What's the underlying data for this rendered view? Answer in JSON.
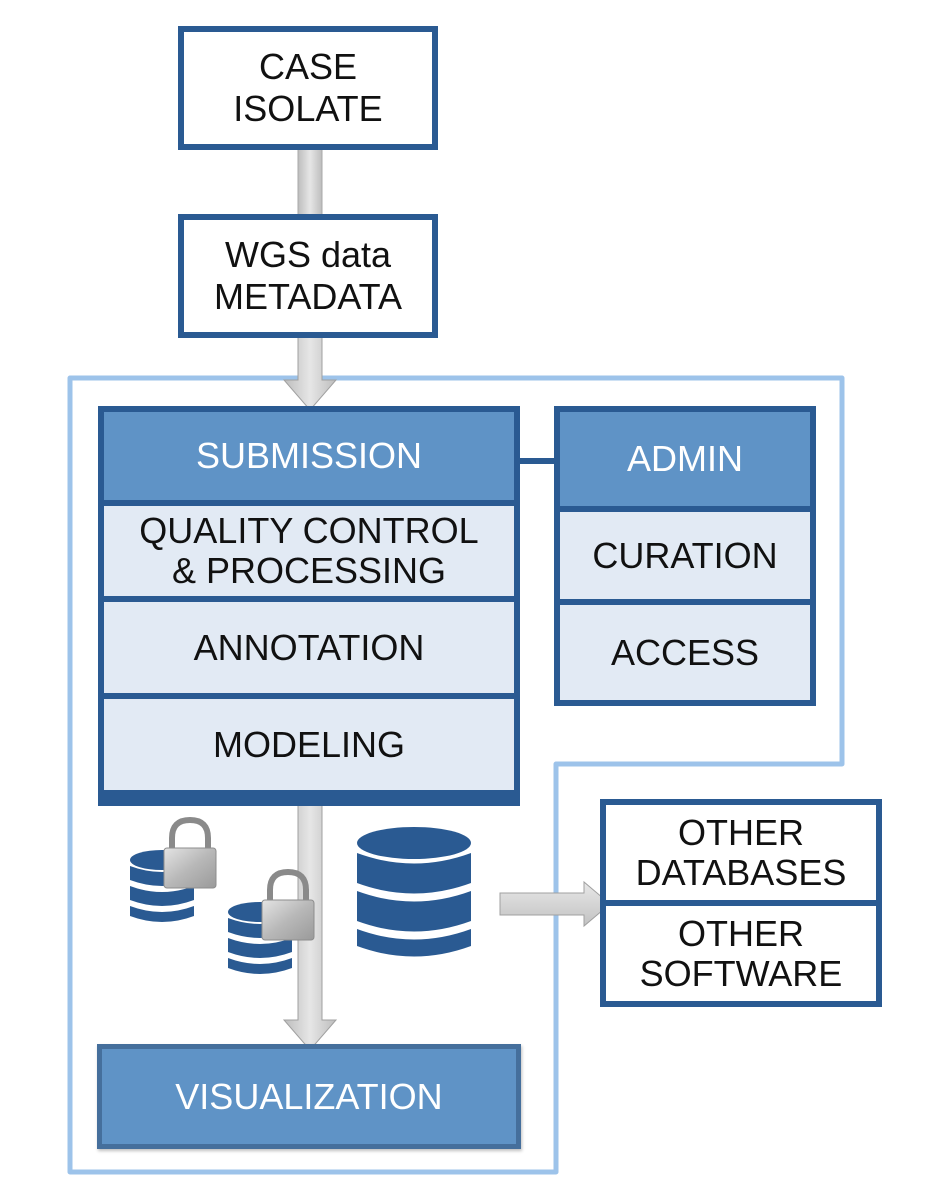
{
  "diagram": {
    "inputs": {
      "case_isolate": [
        "CASE",
        "ISOLATE"
      ],
      "wgs_metadata": [
        "WGS data",
        "METADATA"
      ]
    },
    "pipeline": {
      "submission": "SUBMISSION",
      "quality_control": [
        "QUALITY CONTROL",
        "& PROCESSING"
      ],
      "annotation": "ANNOTATION",
      "modeling": "MODELING"
    },
    "admin": {
      "header": "ADMIN",
      "curation": "CURATION",
      "access": "ACCESS"
    },
    "external": {
      "other_databases": [
        "OTHER",
        "DATABASES"
      ],
      "other_software": [
        "OTHER",
        "SOFTWARE"
      ]
    },
    "output": {
      "visualization": "VISUALIZATION"
    },
    "icons": [
      "locked-database-icon",
      "locked-database-icon",
      "database-icon"
    ],
    "colors": {
      "dark_blue": "#2a5a92",
      "header_blue": "#5f93c6",
      "cell_fill": "#e2eaf4",
      "platform_outline": "#9dc3ea",
      "arrow_gray": "#d0d0d0"
    }
  }
}
